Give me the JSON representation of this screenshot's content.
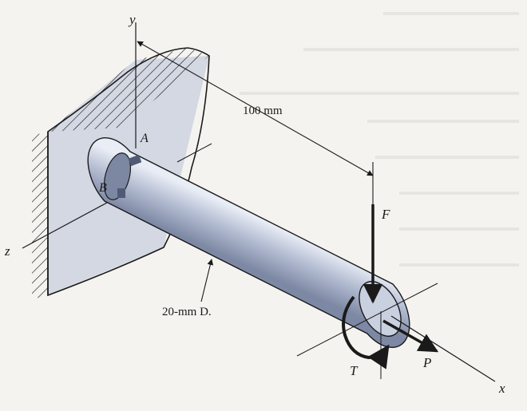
{
  "figure": {
    "axes": {
      "y": "y",
      "z": "z",
      "x": "x"
    },
    "points": {
      "a": "A",
      "b": "B"
    },
    "dimension_label": "100 mm",
    "diameter_label": "20-mm D.",
    "loads": {
      "force_f": "F",
      "force_p": "P",
      "torque_t": "T"
    }
  },
  "colors": {
    "wall": "#d3d8e3",
    "rod": "#aab4cc",
    "rod_dark": "#6f7b97",
    "ink": "#1a1a1a",
    "paper": "#f4f3ef"
  }
}
